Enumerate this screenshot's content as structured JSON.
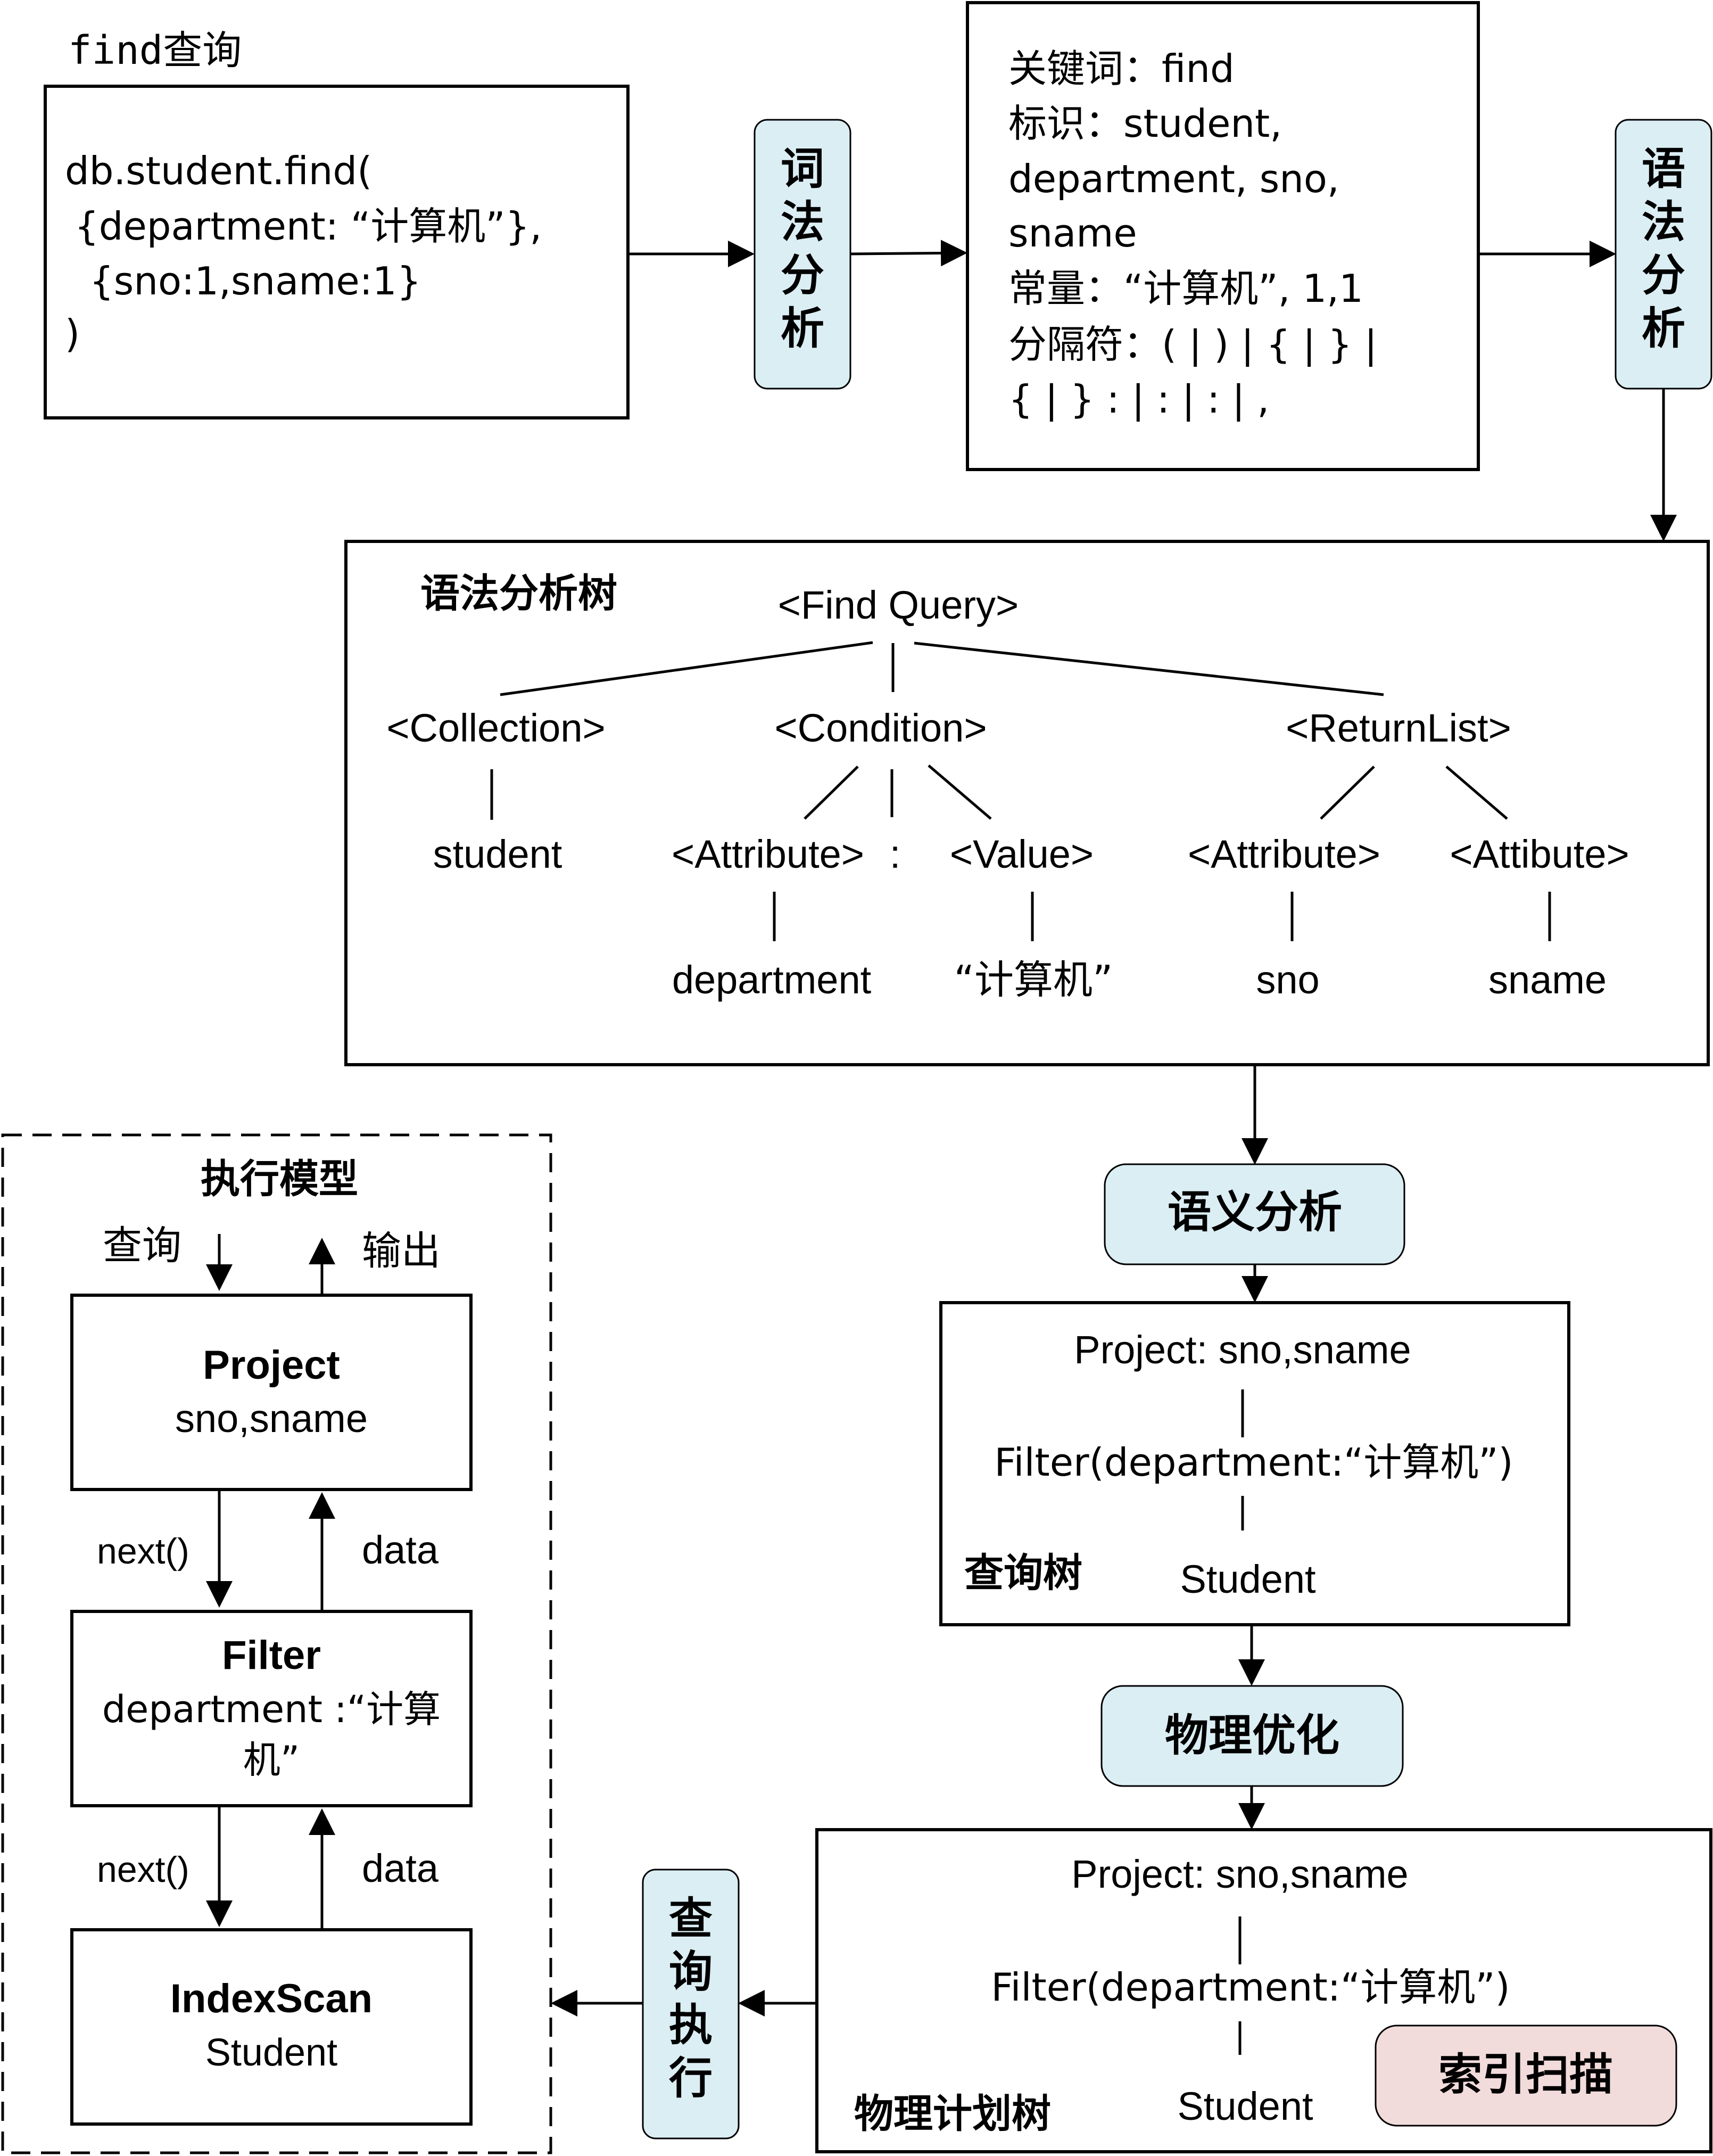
{
  "colors": {
    "process_fill": "#dbeef4",
    "highlight_fill": "#f2dcdb",
    "line": "#000000"
  },
  "find_query": {
    "title": "find查询",
    "lines": [
      "db.student.find(",
      " {department: “计算机”},",
      " {sno:1,sname:1}",
      ")"
    ]
  },
  "steps": {
    "lexical": "词法分析",
    "syntax": "语法分析",
    "semantic": "语义分析",
    "physical_opt": "物理优化",
    "execute": "查询执行"
  },
  "tokens": {
    "lines": [
      "关键词：find",
      "标识：student,",
      "department, sno,",
      "sname",
      "常量：“计算机”, 1,1",
      "分隔符：( | ) | { | } |",
      "{ | } : | : | : | ,"
    ]
  },
  "parse_tree": {
    "title": "语法分析树",
    "root": "<Find Query>",
    "collection": "<Collection>",
    "condition": "<Condition>",
    "return_list": "<ReturnList>",
    "student": "student",
    "attribute": "<Attribute>",
    "colon": ":",
    "value": "<Value>",
    "ret_attribute": "<Attribute>",
    "ret_attibute": "<Attibute>",
    "department": "department",
    "value_text": "“计算机”",
    "sno": "sno",
    "sname": "sname"
  },
  "query_tree": {
    "title": "查询树",
    "project": "Project: sno,sname",
    "filter": "Filter(department:“计算机”)",
    "student": "Student"
  },
  "physical_tree": {
    "title": "物理计划树",
    "project": "Project: sno,sname",
    "filter": "Filter(department:“计算机”)",
    "student": "Student",
    "index_scan": "索引扫描"
  },
  "exec_model": {
    "title": "执行模型",
    "query_label": "查询",
    "output_label": "输出",
    "project_title": "Project",
    "project_sub": "sno,sname",
    "filter_title": "Filter",
    "filter_sub1": "department :“计算",
    "filter_sub2": "机”",
    "scan_title": "IndexScan",
    "scan_sub": "Student",
    "next1": "next()",
    "data1": "data",
    "next2": "next()",
    "data2": "data"
  }
}
